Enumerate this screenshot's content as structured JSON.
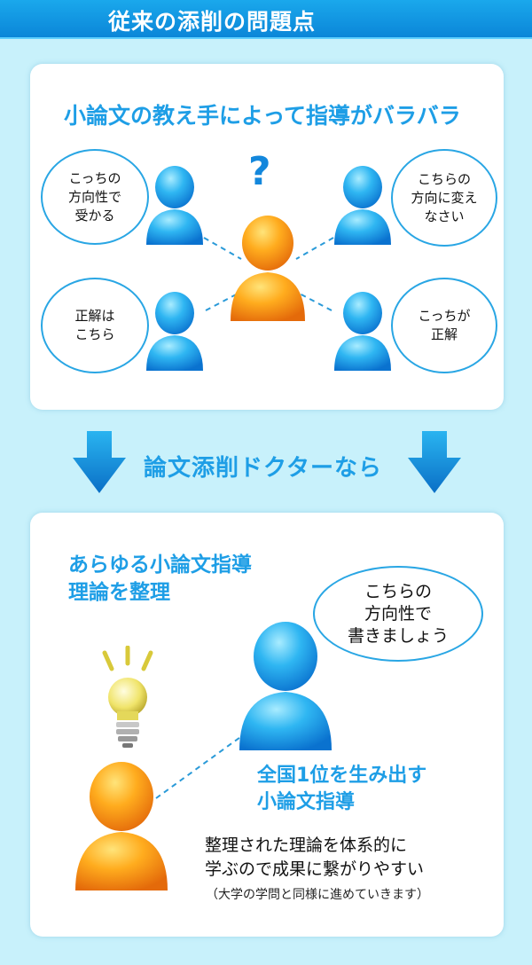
{
  "header": {
    "title": "従来の添削の問題点"
  },
  "section1": {
    "title": "小論文の教え手によって指導がバラバラ",
    "question_mark": "?",
    "bubbles": [
      {
        "lines": [
          "こっちの",
          "方向性で",
          "受かる"
        ]
      },
      {
        "lines": [
          "こちらの",
          "方向に変え",
          "なさい"
        ]
      },
      {
        "lines": [
          "正解は",
          "こちら"
        ]
      },
      {
        "lines": [
          "こっちが",
          "正解"
        ]
      }
    ]
  },
  "transition": {
    "text": "論文添削ドクターなら"
  },
  "section2": {
    "title_lines": [
      "あらゆる小論文指導",
      "理論を整理"
    ],
    "bubble_lines": [
      "こちらの",
      "方向性で",
      "書きましょう"
    ],
    "highlight_lines": [
      "全国1位を生み出す",
      "小論文指導"
    ],
    "body_lines": [
      "整理された理論を体系的に",
      "学ぶので成果に繋がりやすい"
    ],
    "note": "（大学の学問と同様に進めていきます）"
  },
  "colors": {
    "accent": "#1e9ee6",
    "header": "#0b86d8",
    "background": "#c8f1fb",
    "person_blue": "#1b8fe6",
    "person_orange": "#f08a12",
    "bulb": "#e6d94c"
  },
  "icons": [
    "person-blue-icon",
    "person-orange-icon",
    "lightbulb-icon",
    "down-arrow-icon"
  ]
}
